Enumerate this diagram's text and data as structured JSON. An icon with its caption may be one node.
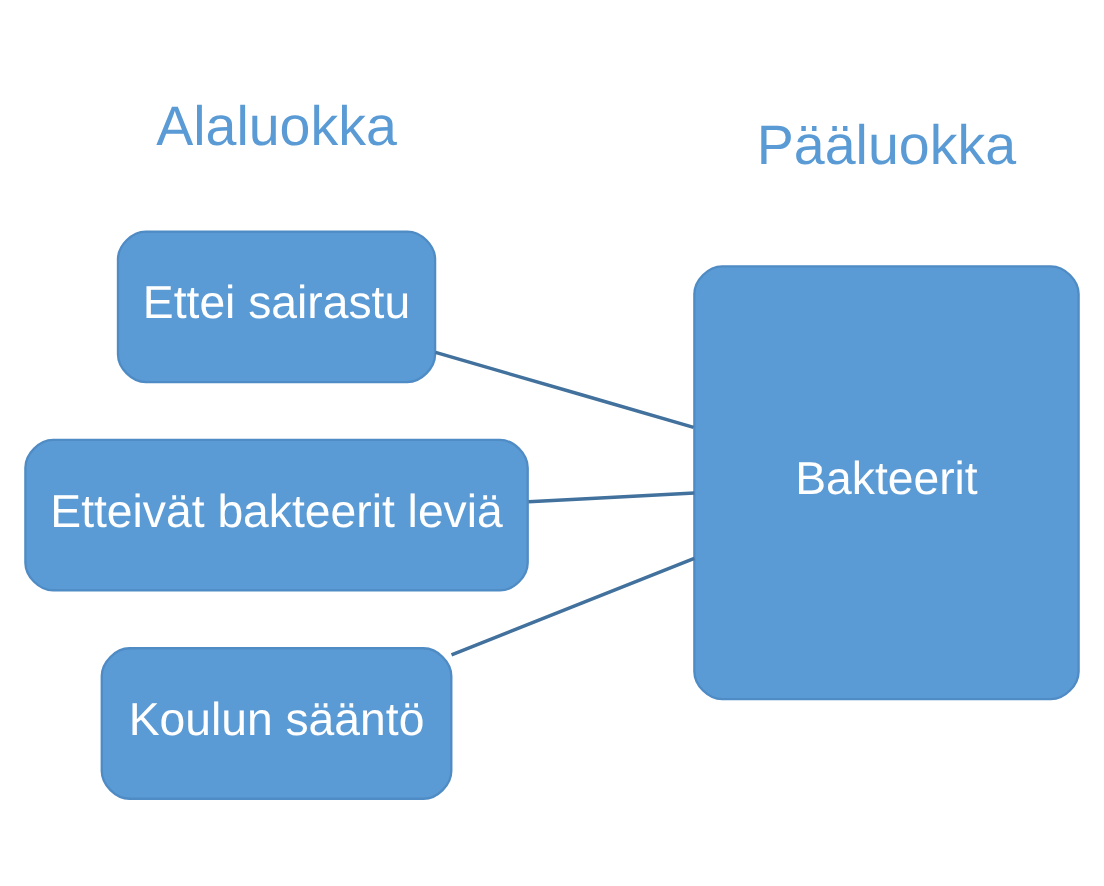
{
  "diagram": {
    "nodes": [
      {
        "text": [
          "Ettei sairastu"
        ]
      },
      {
        "text": [
          "Etteivät bakteerit leviä"
        ]
      },
      {
        "text": [
          "Koulun sääntö"
        ]
      },
      {
        "text": [
          "Bakteerit"
        ]
      }
    ],
    "edges": [
      {
        "from": 0,
        "to": 3,
        "arrow": "none"
      },
      {
        "from": 1,
        "to": 3,
        "arrow": "none"
      },
      {
        "from": 2,
        "to": 3,
        "arrow": "none"
      }
    ],
    "labels": [
      "Alaluokka",
      "Pääluokka"
    ]
  }
}
